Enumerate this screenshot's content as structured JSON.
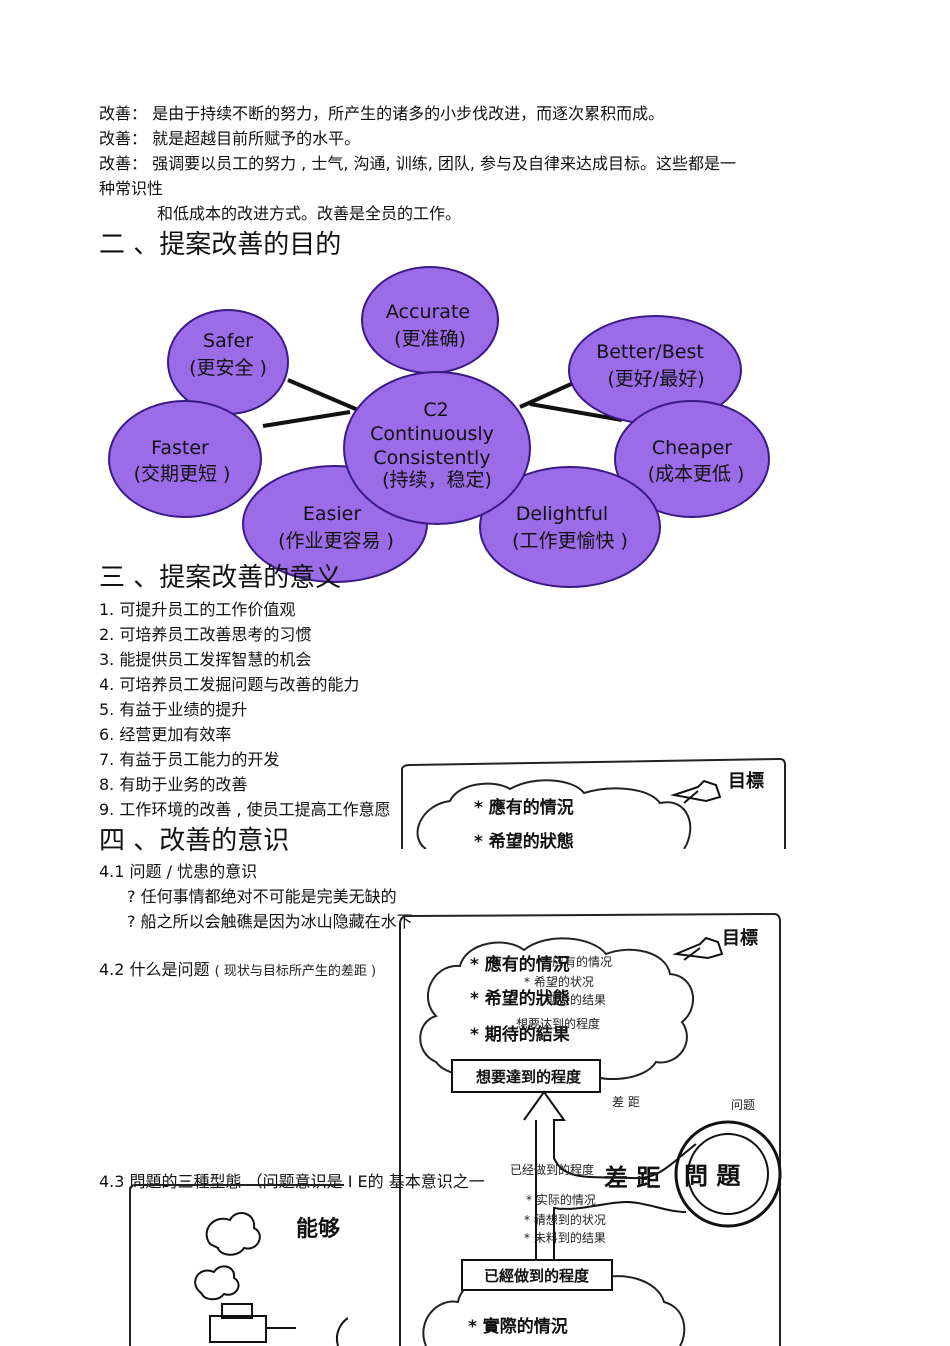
{
  "intro": {
    "line1": "改善： 是由于持续不断的努力，所产生的诸多的小步伐改进，而逐次累积而成。",
    "line2": "改善： 就是超越目前所赋予的水平。",
    "line3a": "改善： 强调要以员工的努力  , 士气, 沟通, 训练, 团队, 参与及自律来达成目标。这些都是一",
    "line3b": "种常识性",
    "line4": "和低成本的改进方式。改善是全员的工作。"
  },
  "section2": {
    "title": "二 、提案改善的目的",
    "center": {
      "l1": "C2",
      "l2": "Continuously",
      "l3": "Consistently",
      "l4": "(持续，稳定)"
    },
    "bubbles": {
      "accurate": {
        "en": "Accurate",
        "zh": "(更准确)"
      },
      "safer": {
        "en": "Safer",
        "zh": "(更安全 )"
      },
      "better": {
        "en": "Better/Best",
        "zh": "(更好/最好)"
      },
      "faster": {
        "en": "Faster",
        "zh": "(交期更短 )"
      },
      "cheaper": {
        "en": "Cheaper",
        "zh": "(成本更低 )"
      },
      "easier": {
        "en": "Easier",
        "zh": "(作业更容易 )"
      },
      "delightful": {
        "en": "Delightful",
        "zh": "(工作更愉快 )"
      }
    },
    "bubble_color": "#9b6be8",
    "bubble_stroke": "#3a1a86"
  },
  "section3": {
    "title": "三 、提案改善的意义",
    "items": [
      "1. 可提升员工的工作价值观",
      "2. 可培养员工改善思考的习惯",
      "3. 能提供员工发挥智慧的机会",
      "4. 可培养员工发掘问题与改善的能力",
      "5. 有益于业绩的提升",
      "6. 经营更加有效率",
      "7. 有益于员工能力的开发",
      "8. 有助于业务的改善",
      "9. 工作环境的改善 , 使员工提高工作意愿"
    ]
  },
  "section4": {
    "title": "四 、改善的意识",
    "s41": "4.1   问题 / 忧患的意识",
    "q1": "?    任何事情都绝对不可能是完美无缺的",
    "q2": "?    船之所以会触礁是因为冰山隐藏在水下",
    "s42_num": "4.2   什么是问题",
    "s42_note": "( 现状与目标所产生的差距     )",
    "s43": "4.3   問題的三種型態    （问题意识是 I E的 基本意识之一"
  },
  "figure_top": {
    "target": "目標",
    "t1": "* 應有的情況",
    "t2": "* 希望的狀態"
  },
  "figure_main": {
    "target": "目標",
    "cloud_top": [
      "* 應有的情況",
      "* 希望的狀態",
      "* 期待的結果"
    ],
    "overlay_top": [
      "应有的情况",
      "* 希望的状况",
      "期待的结果",
      "想要达到的程度"
    ],
    "box_top": "想要達到的程度",
    "gap_overlay": "差       距",
    "problem_overlay": "问题",
    "gap": "差  距",
    "problem": "問  題",
    "box_bottom_overlay": "已经做到的程度",
    "overlay_bottom": [
      "* 实际的情况",
      "* 猜想到的状况",
      "* 未料到的结果"
    ],
    "box_bottom": "已經做到的程度",
    "cloud_bottom": "* 實際的情況"
  },
  "figure_bottom_left": {
    "label": "能够"
  }
}
